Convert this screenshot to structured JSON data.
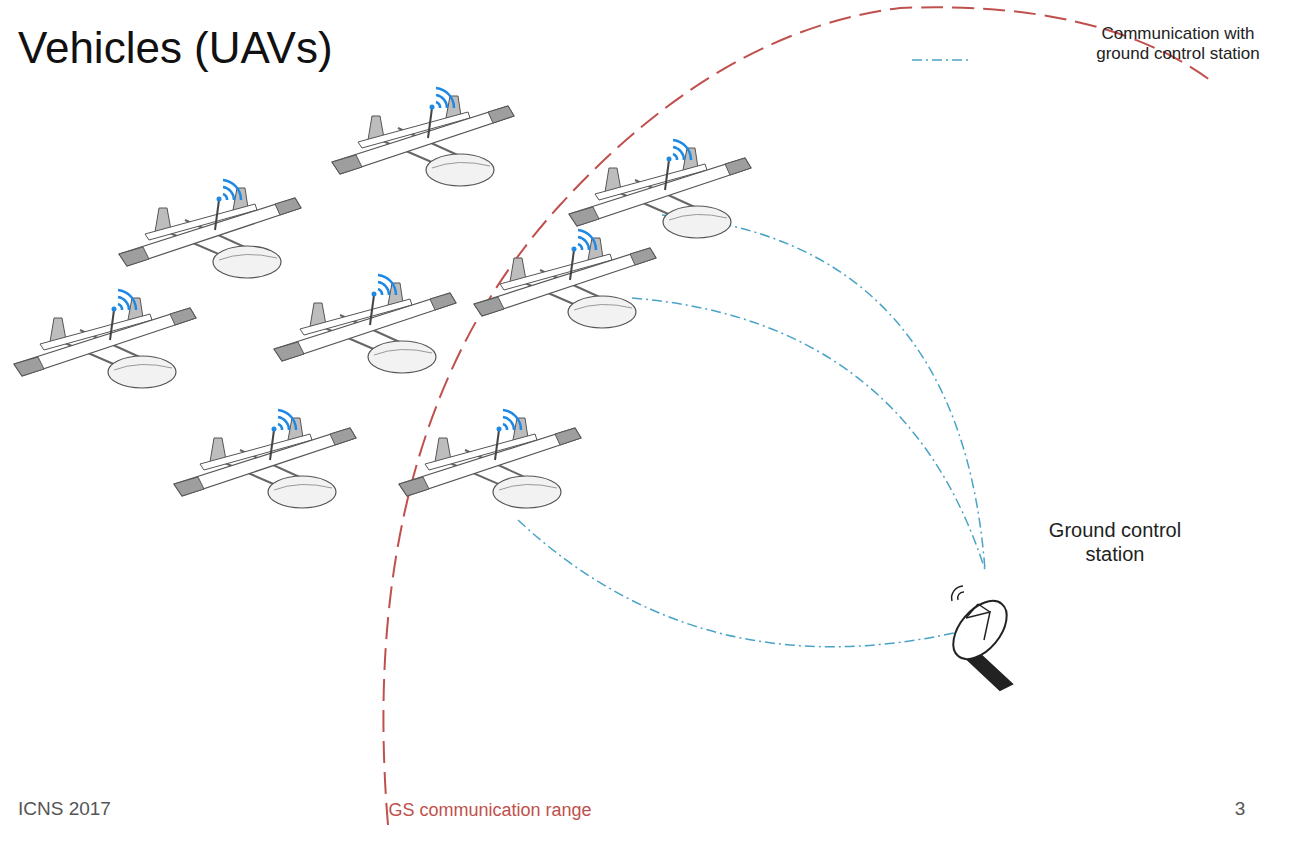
{
  "diagram": {
    "title": "Vehicles (UAVs)",
    "labels": [
      "Ground control station",
      "GS communication range",
      "ICNS 2017",
      "3"
    ],
    "legend": [
      {
        "text": "Communication with ground control station"
      }
    ]
  }
}
